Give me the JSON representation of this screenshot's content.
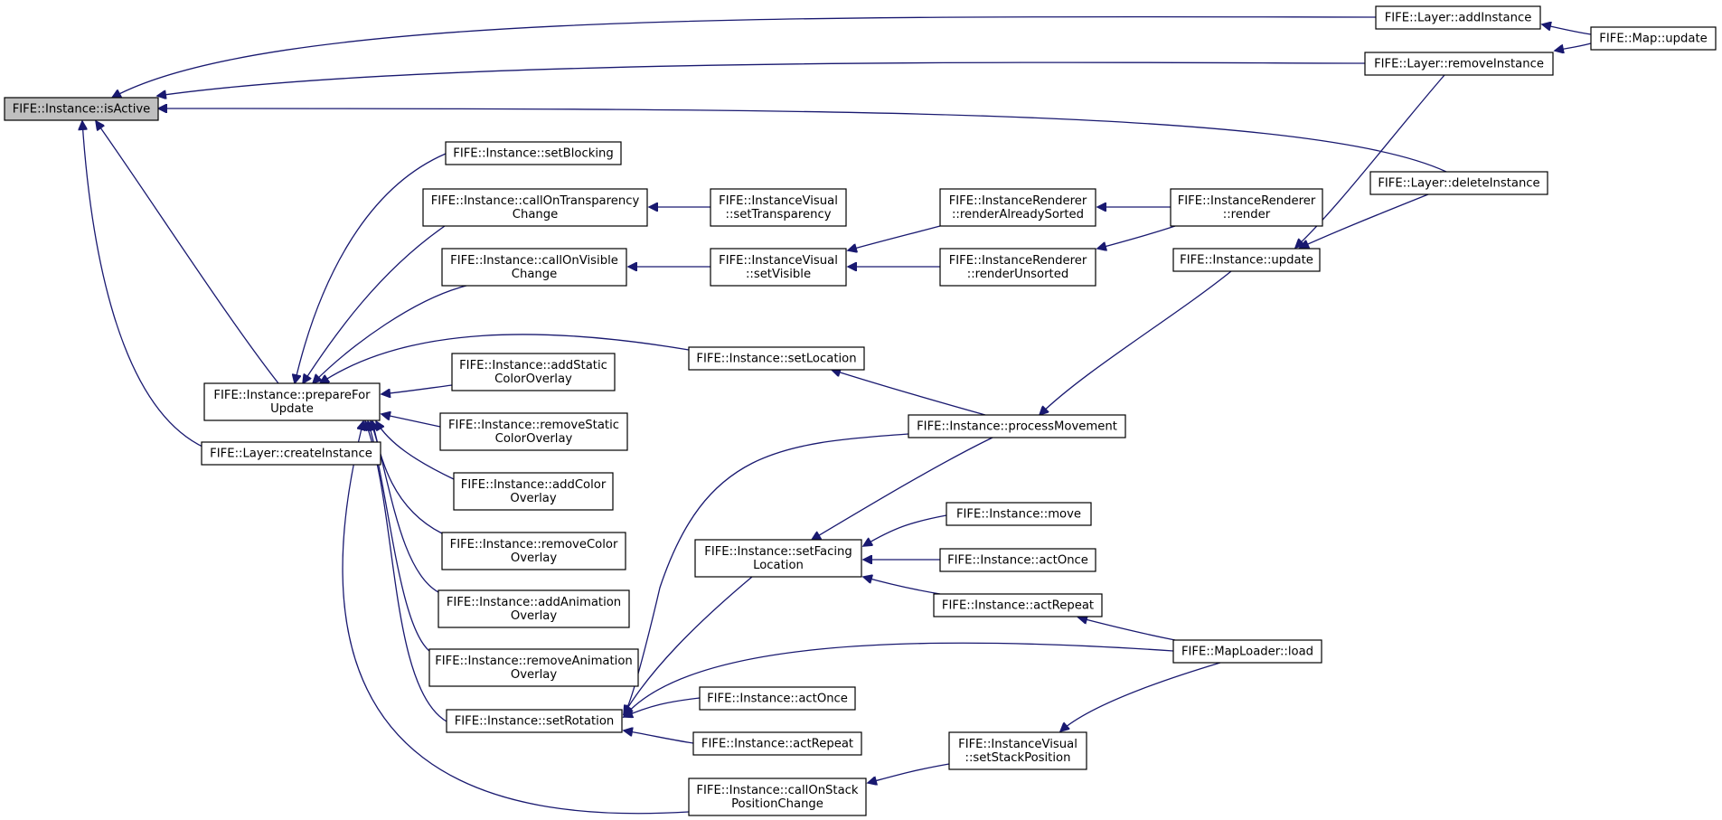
{
  "diagram": {
    "type": "call-graph",
    "focus_node": "isActive",
    "nodes": [
      {
        "id": "isActive",
        "lines": [
          "FIFE::Instance::isActive"
        ],
        "focus": true
      },
      {
        "id": "addInstance",
        "lines": [
          "FIFE::Layer::addInstance"
        ]
      },
      {
        "id": "mapUpdate",
        "lines": [
          "FIFE::Map::update"
        ]
      },
      {
        "id": "removeInstance",
        "lines": [
          "FIFE::Layer::removeInstance"
        ]
      },
      {
        "id": "deleteInstance",
        "lines": [
          "FIFE::Layer::deleteInstance"
        ]
      },
      {
        "id": "setBlocking",
        "lines": [
          "FIFE::Instance::setBlocking"
        ]
      },
      {
        "id": "callOnTransparencyChange",
        "lines": [
          "FIFE::Instance::callOnTransparency",
          "Change"
        ]
      },
      {
        "id": "setTransparency",
        "lines": [
          "FIFE::InstanceVisual",
          "::setTransparency"
        ]
      },
      {
        "id": "renderAlreadySorted",
        "lines": [
          "FIFE::InstanceRenderer",
          "::renderAlreadySorted"
        ]
      },
      {
        "id": "render",
        "lines": [
          "FIFE::InstanceRenderer",
          "::render"
        ]
      },
      {
        "id": "callOnVisibleChange",
        "lines": [
          "FIFE::Instance::callOnVisible",
          "Change"
        ]
      },
      {
        "id": "setVisible",
        "lines": [
          "FIFE::InstanceVisual",
          "::setVisible"
        ]
      },
      {
        "id": "renderUnsorted",
        "lines": [
          "FIFE::InstanceRenderer",
          "::renderUnsorted"
        ]
      },
      {
        "id": "instanceUpdate",
        "lines": [
          "FIFE::Instance::update"
        ]
      },
      {
        "id": "prepareForUpdate",
        "lines": [
          "FIFE::Instance::prepareFor",
          "Update"
        ]
      },
      {
        "id": "createInstance",
        "lines": [
          "FIFE::Layer::createInstance"
        ]
      },
      {
        "id": "setLocation",
        "lines": [
          "FIFE::Instance::setLocation"
        ]
      },
      {
        "id": "addStaticColorOverlay",
        "lines": [
          "FIFE::Instance::addStatic",
          "ColorOverlay"
        ]
      },
      {
        "id": "removeStaticColorOverlay",
        "lines": [
          "FIFE::Instance::removeStatic",
          "ColorOverlay"
        ]
      },
      {
        "id": "processMovement",
        "lines": [
          "FIFE::Instance::processMovement"
        ]
      },
      {
        "id": "addColorOverlay",
        "lines": [
          "FIFE::Instance::addColor",
          "Overlay"
        ]
      },
      {
        "id": "move",
        "lines": [
          "FIFE::Instance::move"
        ]
      },
      {
        "id": "removeColorOverlay",
        "lines": [
          "FIFE::Instance::removeColor",
          "Overlay"
        ]
      },
      {
        "id": "setFacingLocation",
        "lines": [
          "FIFE::Instance::setFacing",
          "Location"
        ]
      },
      {
        "id": "actOnceA",
        "lines": [
          "FIFE::Instance::actOnce"
        ]
      },
      {
        "id": "addAnimationOverlay",
        "lines": [
          "FIFE::Instance::addAnimation",
          "Overlay"
        ]
      },
      {
        "id": "actRepeatA",
        "lines": [
          "FIFE::Instance::actRepeat"
        ]
      },
      {
        "id": "mapLoaderLoad",
        "lines": [
          "FIFE::MapLoader::load"
        ]
      },
      {
        "id": "removeAnimationOverlay",
        "lines": [
          "FIFE::Instance::removeAnimation",
          "Overlay"
        ]
      },
      {
        "id": "actOnceB",
        "lines": [
          "FIFE::Instance::actOnce"
        ]
      },
      {
        "id": "setRotation",
        "lines": [
          "FIFE::Instance::setRotation"
        ]
      },
      {
        "id": "actRepeatB",
        "lines": [
          "FIFE::Instance::actRepeat"
        ]
      },
      {
        "id": "setStackPosition",
        "lines": [
          "FIFE::InstanceVisual",
          "::setStackPosition"
        ]
      },
      {
        "id": "callOnStackPositionChange",
        "lines": [
          "FIFE::Instance::callOnStack",
          "PositionChange"
        ]
      }
    ],
    "edges": [
      {
        "from": "addInstance",
        "to": "isActive"
      },
      {
        "from": "removeInstance",
        "to": "isActive"
      },
      {
        "from": "deleteInstance",
        "to": "isActive"
      },
      {
        "from": "prepareForUpdate",
        "to": "isActive"
      },
      {
        "from": "createInstance",
        "to": "isActive"
      },
      {
        "from": "mapUpdate",
        "to": "addInstance"
      },
      {
        "from": "mapUpdate",
        "to": "removeInstance"
      },
      {
        "from": "setTransparency",
        "to": "callOnTransparencyChange"
      },
      {
        "from": "render",
        "to": "renderAlreadySorted"
      },
      {
        "from": "render",
        "to": "renderUnsorted"
      },
      {
        "from": "renderAlreadySorted",
        "to": "setVisible"
      },
      {
        "from": "renderUnsorted",
        "to": "setVisible"
      },
      {
        "from": "setVisible",
        "to": "callOnVisibleChange"
      },
      {
        "from": "removeInstance",
        "to": "instanceUpdate"
      },
      {
        "from": "deleteInstance",
        "to": "instanceUpdate"
      },
      {
        "from": "setBlocking",
        "to": "prepareForUpdate"
      },
      {
        "from": "callOnTransparencyChange",
        "to": "prepareForUpdate"
      },
      {
        "from": "callOnVisibleChange",
        "to": "prepareForUpdate"
      },
      {
        "from": "setLocation",
        "to": "prepareForUpdate"
      },
      {
        "from": "addStaticColorOverlay",
        "to": "prepareForUpdate"
      },
      {
        "from": "removeStaticColorOverlay",
        "to": "prepareForUpdate"
      },
      {
        "from": "addColorOverlay",
        "to": "prepareForUpdate"
      },
      {
        "from": "removeColorOverlay",
        "to": "prepareForUpdate"
      },
      {
        "from": "addAnimationOverlay",
        "to": "prepareForUpdate"
      },
      {
        "from": "removeAnimationOverlay",
        "to": "prepareForUpdate"
      },
      {
        "from": "setRotation",
        "to": "prepareForUpdate"
      },
      {
        "from": "callOnStackPositionChange",
        "to": "prepareForUpdate"
      },
      {
        "from": "instanceUpdate",
        "to": "processMovement"
      },
      {
        "from": "processMovement",
        "to": "setLocation"
      },
      {
        "from": "processMovement",
        "to": "setFacingLocation"
      },
      {
        "from": "move",
        "to": "setFacingLocation"
      },
      {
        "from": "actOnceA",
        "to": "setFacingLocation"
      },
      {
        "from": "actRepeatA",
        "to": "setFacingLocation"
      },
      {
        "from": "mapLoaderLoad",
        "to": "actRepeatA"
      },
      {
        "from": "processMovement",
        "to": "setRotation"
      },
      {
        "from": "setFacingLocation",
        "to": "setRotation"
      },
      {
        "from": "mapLoaderLoad",
        "to": "setRotation"
      },
      {
        "from": "actOnceB",
        "to": "setRotation"
      },
      {
        "from": "actRepeatB",
        "to": "setRotation"
      },
      {
        "from": "mapLoaderLoad",
        "to": "setStackPosition"
      },
      {
        "from": "setStackPosition",
        "to": "callOnStackPositionChange"
      }
    ]
  }
}
